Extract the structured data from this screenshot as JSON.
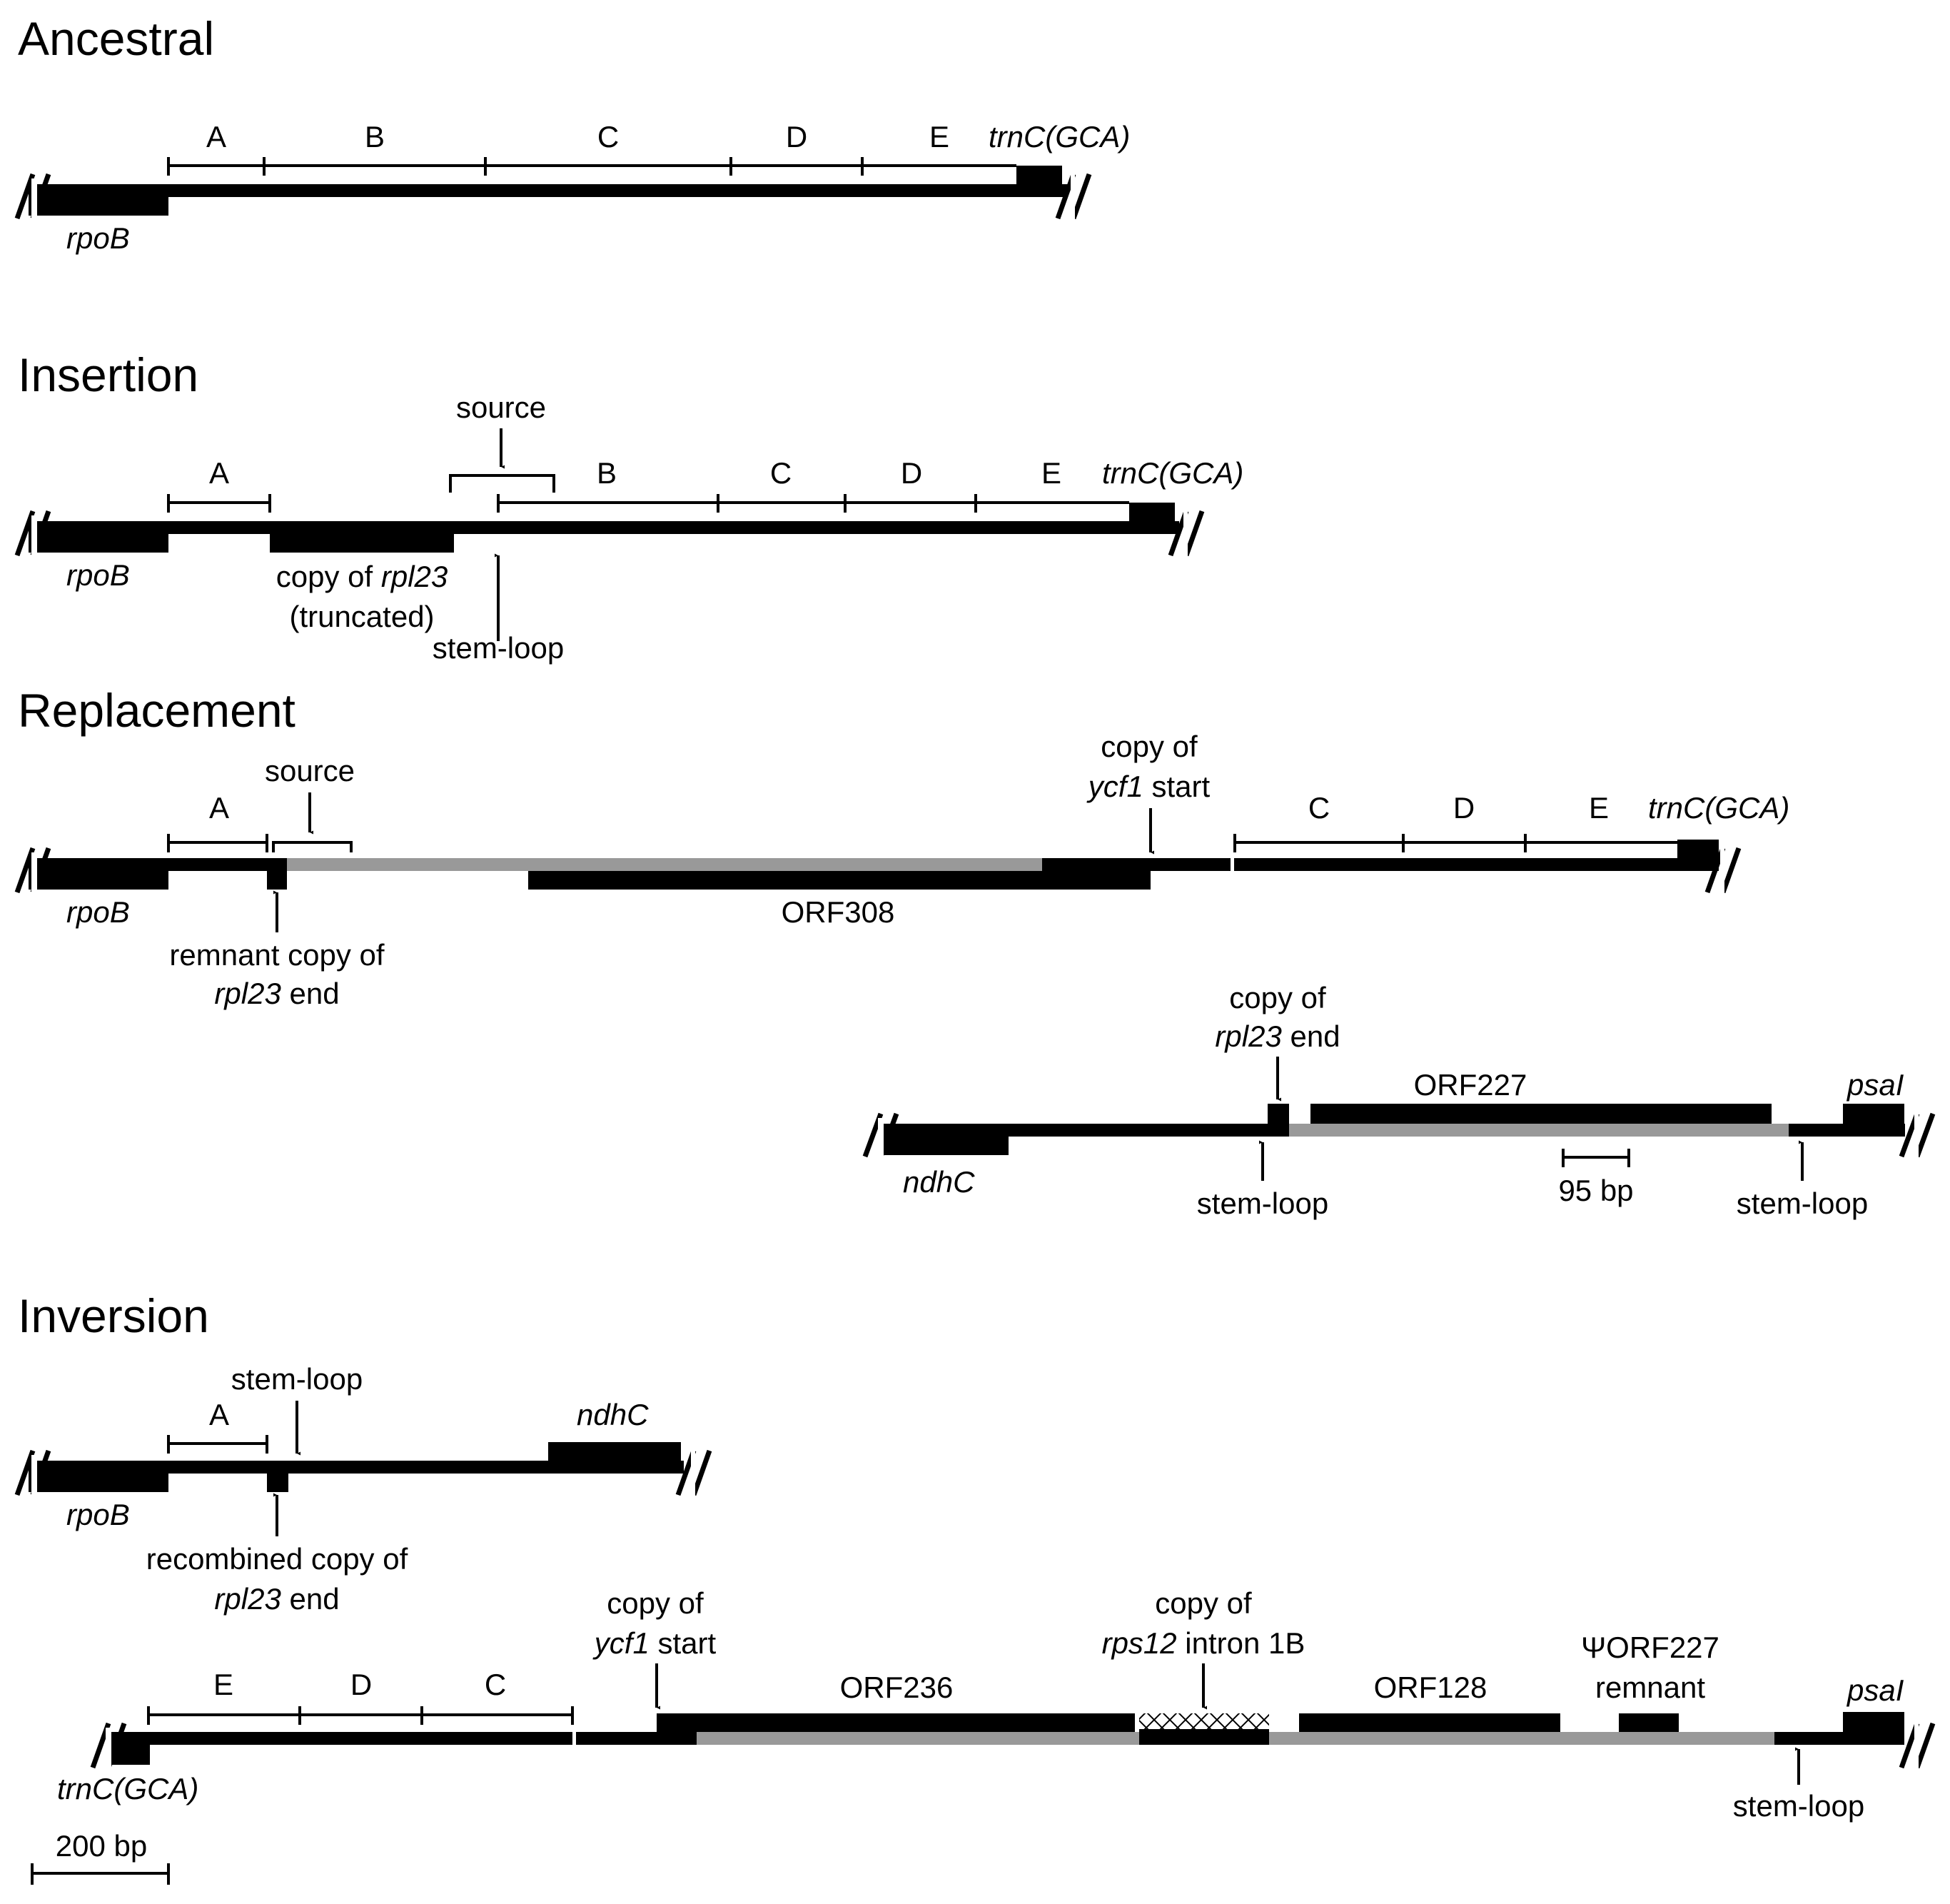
{
  "headings": {
    "ancestral": "Ancestral",
    "insertion": "Insertion",
    "replacement": "Replacement",
    "inversion": "Inversion"
  },
  "regions": {
    "A": "A",
    "B": "B",
    "C": "C",
    "D": "D",
    "E": "E"
  },
  "genes": {
    "rpoB": "rpoB",
    "trnC": "trnC(GCA)",
    "ndhC": "ndhC",
    "psaI": "psaI"
  },
  "labels": {
    "source": "source",
    "stem_loop": "stem-loop",
    "copy_of": "copy of ",
    "rpl23": "rpl23",
    "truncated": "(truncated)",
    "remnant_copy_of": "remnant copy of",
    "recombined_copy_of": "recombined copy of",
    "end": " end",
    "copy_of_line": "copy of",
    "ycf1": "ycf1",
    "start": " start",
    "rps12": "rps12",
    "intron_1b": " intron 1B",
    "orf308": "ORF308",
    "orf227": "ORF227",
    "orf236": "ORF236",
    "orf128": "ORF128",
    "psi_orf227": "ΨORF227",
    "remnant": "remnant"
  },
  "scale_bars": {
    "bp95": "95 bp",
    "bp200": "200 bp"
  },
  "colors": {
    "sequence": "#000000",
    "novel_sequence": "#999999",
    "background": "#ffffff"
  }
}
